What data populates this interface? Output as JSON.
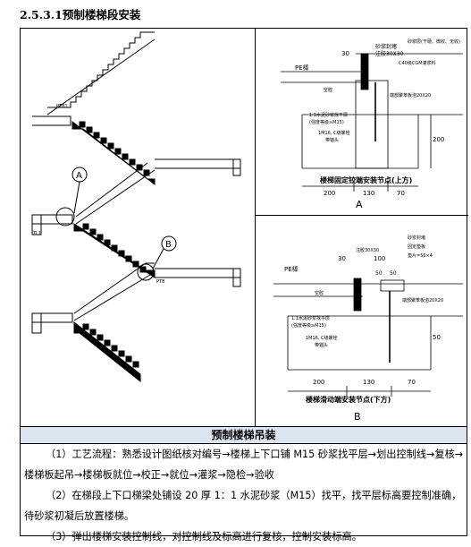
{
  "section_heading": "2.5.3.1预制楼梯段安装",
  "left_drawing": {
    "labels": {
      "a": "A",
      "b": "B",
      "ptb1": "PTB1",
      "tl1": "TL1",
      "ptb": "PTB"
    }
  },
  "detail_a": {
    "labels": {
      "note1": "砂浆封堵",
      "note2": "注胶30X30",
      "note3": "砂浆层(干硬、微收、无收)",
      "note4": "C40级CGM灌浆料",
      "note5": "PE棒",
      "note6": "空腔",
      "note7": "1:1水泥砂浆找平层",
      "note8": "(强度等级≥M15)",
      "note9": "1M16, C级螺栓",
      "note10": "带锚头",
      "note11": "端部聚苯板泡20X20",
      "dim_30": "30",
      "dim_200_side": "200",
      "dim_200": "200",
      "dim_130": "130",
      "dim_70": "70",
      "caption": "楼梯固定铰端安装节点(上方)",
      "letter": "A"
    }
  },
  "detail_b": {
    "labels": {
      "note1": "注胶30X30",
      "note2": "砂浆封堵",
      "note3": "固定垫板",
      "note4": "垫片=56×4",
      "note5": "PE棒",
      "note6": "空腔",
      "note7": "1:1水泥砂浆找平层",
      "note8": "(强度等级≥M15)",
      "note9": "1M16, C级螺栓",
      "note10": "带锚头",
      "note11": "端部聚苯板泡20X20",
      "dim_30": "30",
      "dim_100": "100",
      "dim_50a": "50",
      "dim_50b": "50",
      "dim_200": "200",
      "dim_130": "130",
      "dim_70": "70",
      "dim_side": "50",
      "caption": "楼梯滑动端安装节点(下方)",
      "letter": "B"
    }
  },
  "section_title": "预制楼梯吊装",
  "paragraphs": [
    "（1）工艺流程：熟悉设计图纸核对编号→楼梯上下口铺 M15 砂浆找平层→划出控制线→复核→楼梯板起吊→楼梯板就位→校正→就位→灌浆→隐检→验收",
    "（2）在梯段上下口梯梁处铺设 20 厚 1：1 水泥砂浆（M15）找平，找平层标高要控制准确，待砂浆初凝后放置楼梯。",
    "（3）弹出楼梯安装控制线，对控制线及标高进行复核，控制安装标高。"
  ]
}
